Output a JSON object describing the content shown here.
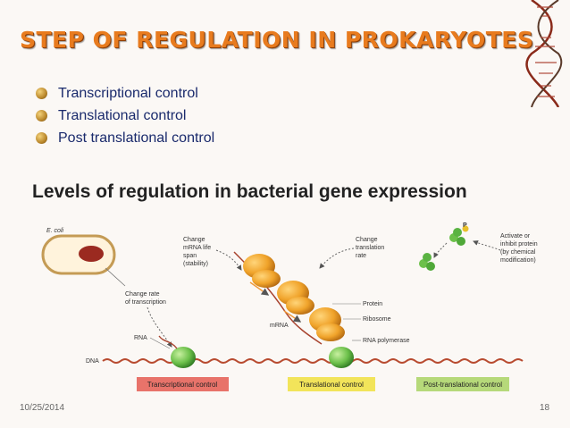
{
  "slide": {
    "title": "STEP OF REGULATION IN PROKARYOTES",
    "bullets": [
      "Transcriptional control",
      "Translational control",
      "Post translational control"
    ],
    "figure_title": "Levels of regulation in bacterial gene expression",
    "date": "10/25/2014",
    "page_number": "18"
  },
  "figure": {
    "ecoli": "E. coli",
    "change_rate_1": "Change rate",
    "change_rate_2": "of transcription",
    "rna": "RNA",
    "dna": "DNA",
    "mrna_life_1": "Change",
    "mrna_life_2": "mRNA life",
    "mrna_life_3": "span",
    "mrna_life_4": "(stability)",
    "mrna": "mRNA",
    "trans_rate_1": "Change",
    "trans_rate_2": "translation",
    "trans_rate_3": "rate",
    "protein": "Protein",
    "ribosome": "Ribosome",
    "rna_polymerase": "RNA polymerase",
    "activate_1": "Activate or",
    "activate_2": "inhibit protein",
    "activate_3": "(by chemical",
    "activate_4": "modification)",
    "p_label": "P",
    "box_transcriptional": "Transcriptional control",
    "box_translational": "Translational control",
    "box_post": "Post-translational control"
  },
  "colors": {
    "title": "#e87b1e",
    "bullet_text": "#1a2a6c",
    "box_transcriptional": "#e8736a",
    "box_translational": "#f2e45a",
    "box_post": "#b6d97a",
    "ribosome": "#f0a32a",
    "polymerase": "#6cc04a"
  }
}
